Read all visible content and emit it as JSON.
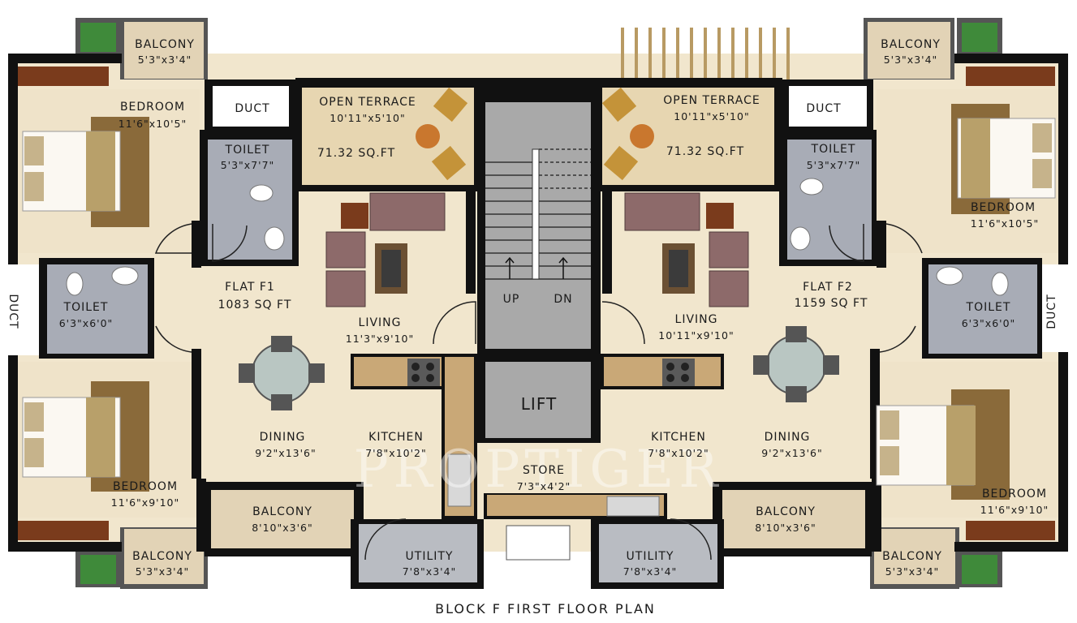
{
  "title": "BLOCK F  FIRST FLOOR PLAN",
  "watermark": "PROPTIGER",
  "flat_f1": {
    "name": "FLAT F1",
    "area": "1083 SQ FT",
    "balcony_top": {
      "name": "BALCONY",
      "dim": "5'3\"x3'4\""
    },
    "duct": "DUCT",
    "open_terrace": {
      "name": "OPEN TERRACE",
      "dim": "10'11\"x5'10\"",
      "area": "71.32 SQ.FT"
    },
    "bedroom_top": {
      "name": "BEDROOM",
      "dim": "11'6\"x10'5\""
    },
    "toilet_top": {
      "name": "TOILET",
      "dim": "5'3\"x7'7\""
    },
    "toilet_side": {
      "name": "TOILET",
      "dim": "6'3\"x6'0\""
    },
    "side_duct": "DUCT",
    "living": {
      "name": "LIVING",
      "dim": "11'3\"x9'10\""
    },
    "dining": {
      "name": "DINING",
      "dim": "9'2\"x13'6\""
    },
    "kitchen": {
      "name": "KITCHEN",
      "dim": "7'8\"x10'2\""
    },
    "bedroom_bottom": {
      "name": "BEDROOM",
      "dim": "11'6\"x9'10\""
    },
    "balcony_mid": {
      "name": "BALCONY",
      "dim": "8'10\"x3'6\""
    },
    "balcony_bottom": {
      "name": "BALCONY",
      "dim": "5'3\"x3'4\""
    },
    "utility": {
      "name": "UTILITY",
      "dim": "7'8\"x3'4\""
    }
  },
  "flat_f2": {
    "name": "FLAT F2",
    "area": "1159 SQ FT",
    "balcony_top": {
      "name": "BALCONY",
      "dim": "5'3\"x3'4\""
    },
    "duct": "DUCT",
    "open_terrace": {
      "name": "OPEN TERRACE",
      "dim": "10'11\"x5'10\"",
      "area": "71.32 SQ.FT"
    },
    "bedroom_top": {
      "name": "BEDROOM",
      "dim": "11'6\"x10'5\""
    },
    "toilet_top": {
      "name": "TOILET",
      "dim": "5'3\"x7'7\""
    },
    "toilet_side": {
      "name": "TOILET",
      "dim": "6'3\"x6'0\""
    },
    "side_duct": "DUCT",
    "living": {
      "name": "LIVING",
      "dim": "10'11\"x9'10\""
    },
    "dining": {
      "name": "DINING",
      "dim": "9'2\"x13'6\""
    },
    "kitchen": {
      "name": "KITCHEN",
      "dim": "7'8\"x10'2\""
    },
    "bedroom_bottom": {
      "name": "BEDROOM",
      "dim": "11'6\"x9'10\""
    },
    "balcony_mid": {
      "name": "BALCONY",
      "dim": "8'10\"x3'6\""
    },
    "balcony_bottom": {
      "name": "BALCONY",
      "dim": "5'3\"x3'4\""
    },
    "utility": {
      "name": "UTILITY",
      "dim": "7'8\"x3'4\""
    }
  },
  "core": {
    "stair_up": "UP",
    "stair_down": "DN",
    "lift": "LIFT",
    "store": {
      "name": "STORE",
      "dim": "7'3\"x4'2\""
    }
  },
  "colors": {
    "wall": "#111111",
    "floor": "#efe3c9",
    "tile": "#a8acb6",
    "balcony": "#e2d3b6",
    "grass": "#3f8a3a",
    "bed_wood": "#8a6a3a"
  }
}
